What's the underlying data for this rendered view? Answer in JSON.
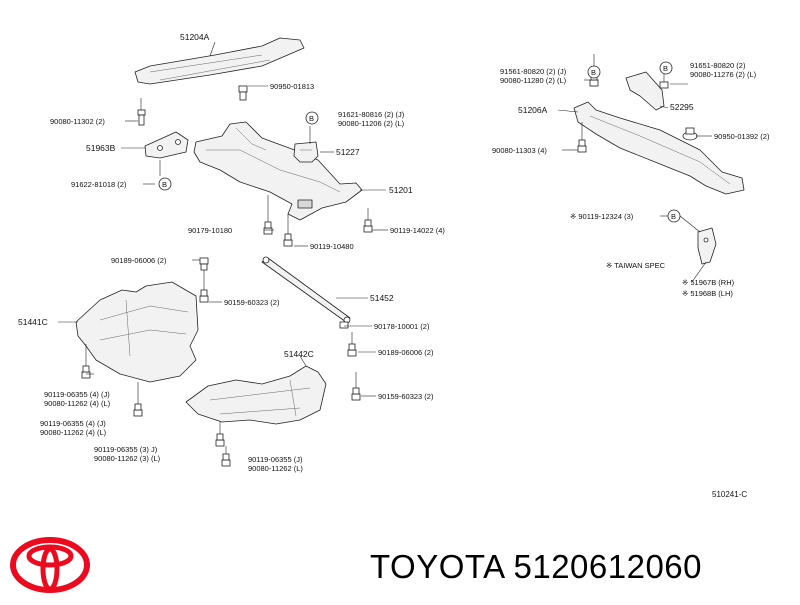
{
  "parts": {
    "p51204A": "51204A",
    "p90950_01813": "90950-01813",
    "p90080_11302": "90080-11302 (2)",
    "p51963B": "51963B",
    "p91622": "91622-81018 (2)",
    "p91621": "91621-80816 (2) (J)",
    "p90080_11206": "90080-11206 (2) (L)",
    "p51227": "51227",
    "p51201": "51201",
    "p90179": "90179-10180",
    "p90119_14022": "90119-14022 (4)",
    "p90119_10480": "90119-10480",
    "p90189_06006a": "90189-06006 (2)",
    "p90159_60323a": "90159-60323 (2)",
    "p51452": "51452",
    "p90178": "90178-10001 (2)",
    "p51441C": "51441C",
    "p90189_06006b": "90189-06006 (2)",
    "p51442C": "51442C",
    "p90159_60323b": "90159-60323 (2)",
    "p90119_06355_4J": "90119-06355 (4) (J)",
    "p90080_11262_4L": "90080-11262 (4) (L)",
    "p90119_06355_4J2": "90119-06355 (4) (J)",
    "p90080_11262_4L2": "90080-11262 (4) (L)",
    "p90119_06355_3J": "90119-06355 (3) J)",
    "p90080_11262_3L": "90080-11262 (3) (L)",
    "p90119_06355_J": "90119-06355 (J)",
    "p90080_11262_L": "90080-11262 (L)",
    "p91561": "91561-80820 (2) (J)",
    "p90080_11280": "90080-11280 (2) (L)",
    "p91651": "91651-80820 (2)",
    "p90080_11276": "90080-11276 (2) (L)",
    "p51206A": "51206A",
    "p52295": "52295",
    "p90080_11303": "90080-11303 (4)",
    "p90950_01392": "90950-01392 (2)",
    "p90119_12324": "※ 90119-12324 (3)",
    "taiwan": "※ TAIWAN SPEC",
    "p51967B": "※ 51967B (RH)",
    "p51968B": "※ 51968B (LH)"
  },
  "callout_letter": "B",
  "ref_code": "510241-C",
  "brand": "TOYOTA",
  "part_number": "5120612060",
  "colors": {
    "logo_red": "#eb0a1e",
    "line": "#222222",
    "fill": "#f2f2f2",
    "shade": "#d8d8d8"
  },
  "icons": {
    "logo": "toyota-logo-icon"
  }
}
